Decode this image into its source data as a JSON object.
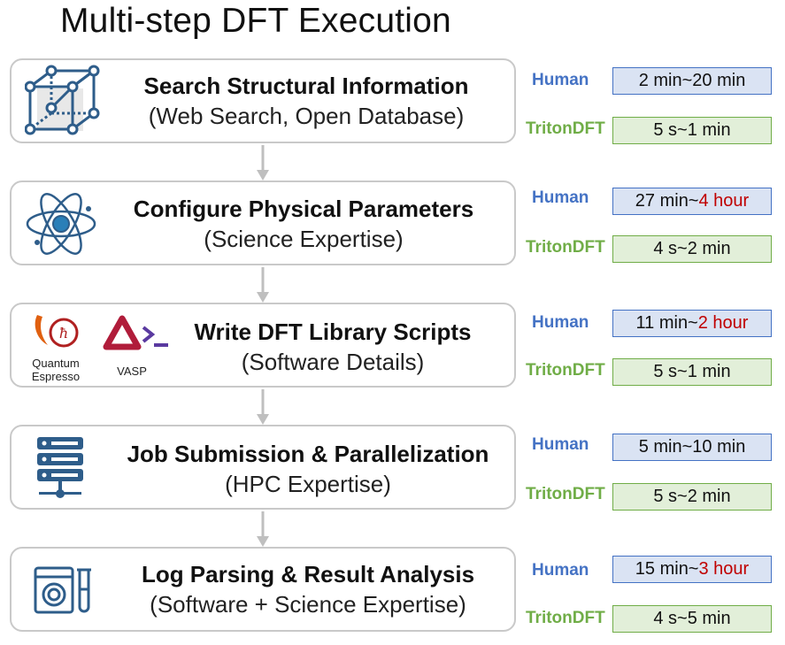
{
  "title": "Multi-step DFT Execution",
  "labels": {
    "human": "Human",
    "triton": "TritonDFT"
  },
  "steps": [
    {
      "title": "Search Structural Information",
      "subtitle": "(Web Search, Open Database)",
      "icon": "crystal-lattice-icon",
      "human_time": {
        "prefix": "2 min~",
        "suffix": "20 min",
        "suffix_highlight": false
      },
      "triton_time": "5 s~1 min"
    },
    {
      "title": "Configure Physical Parameters",
      "subtitle": "(Science Expertise)",
      "icon": "atom-icon",
      "human_time": {
        "prefix": "27 min~",
        "suffix": "4 hour",
        "suffix_highlight": true
      },
      "triton_time": "4 s~2 min"
    },
    {
      "title": "Write DFT Library Scripts",
      "subtitle": "(Software Details)",
      "icon": "software-logos",
      "logos": {
        "qe_line1": "Quantum",
        "qe_line2": "Espresso",
        "vasp": "VASP"
      },
      "human_time": {
        "prefix": "11 min~",
        "suffix": "2 hour",
        "suffix_highlight": true
      },
      "triton_time": "5 s~1 min"
    },
    {
      "title": "Job Submission & Parallelization",
      "subtitle": "(HPC Expertise)",
      "icon": "server-rack-icon",
      "human_time": {
        "prefix": "5 min~",
        "suffix": "10 min",
        "suffix_highlight": false
      },
      "triton_time": "5 s~2 min"
    },
    {
      "title": "Log Parsing & Result Analysis",
      "subtitle": "(Software + Science Expertise)",
      "icon": "analysis-icon",
      "human_time": {
        "prefix": "15 min~",
        "suffix": "3 hour",
        "suffix_highlight": true
      },
      "triton_time": "4 s~5 min"
    }
  ],
  "colors": {
    "human": "#4472c4",
    "triton": "#70ad47",
    "highlight": "#c00000",
    "icon": "#2e5d8a"
  }
}
